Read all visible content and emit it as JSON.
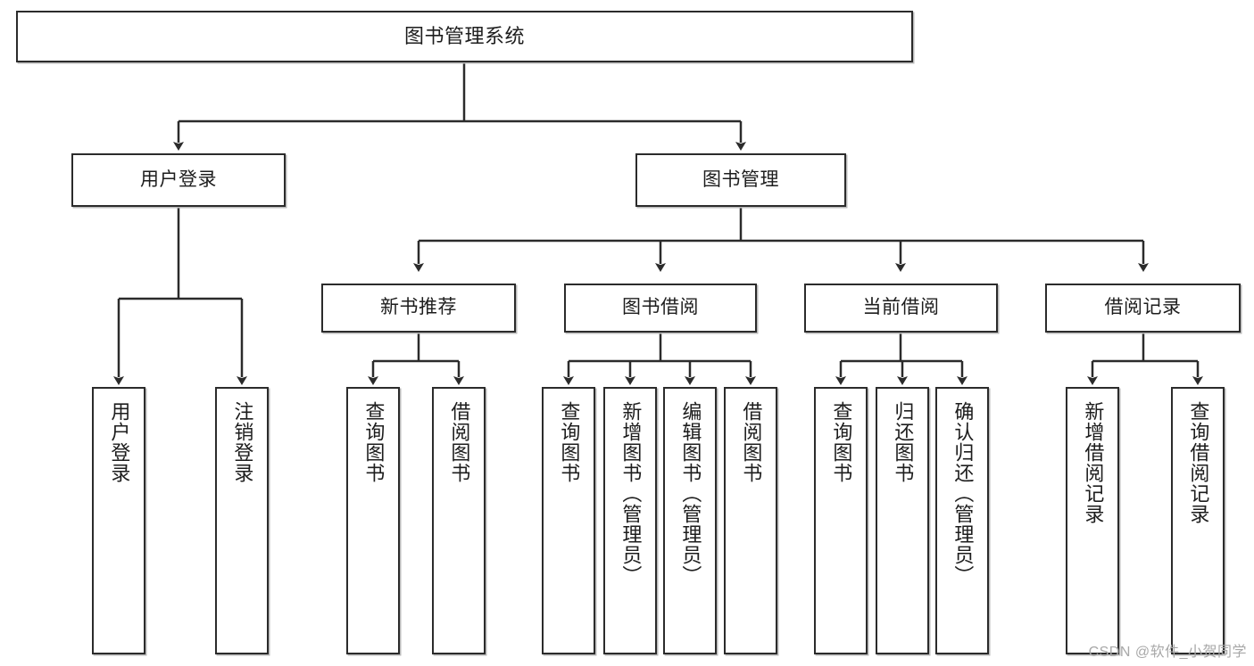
{
  "diagram": {
    "title": "图书管理系统",
    "type": "tree-hierarchy",
    "watermark": "CSDN @软件_小贺同学",
    "colors": {
      "border": "#2b2b2b",
      "background": "#ffffff",
      "text": "#1d1d1d",
      "edge": "#2b2b2b",
      "watermark": "#a8a8a8"
    }
  },
  "nodes": {
    "root": {
      "label": "图书管理系统"
    },
    "level2": [
      {
        "label": "用户登录"
      },
      {
        "label": "图书管理"
      }
    ],
    "level3": [
      {
        "label": "新书推荐"
      },
      {
        "label": "图书借阅"
      },
      {
        "label": "当前借阅"
      },
      {
        "label": "借阅记录"
      }
    ],
    "leaves": {
      "user_login": [
        {
          "label": "用户登录"
        },
        {
          "label": "注销登录"
        }
      ],
      "new_book_recommend": [
        {
          "label": "查询图书"
        },
        {
          "label": "借阅图书"
        }
      ],
      "book_borrow": [
        {
          "label": "查询图书"
        },
        {
          "label": "新增图书（管理员）"
        },
        {
          "label": "编辑图书（管理员）"
        },
        {
          "label": "借阅图书"
        }
      ],
      "current_borrow": [
        {
          "label": "查询图书"
        },
        {
          "label": "归还图书"
        },
        {
          "label": "确认归还（管理员）"
        }
      ],
      "borrow_record": [
        {
          "label": "新增借阅记录"
        },
        {
          "label": "查询借阅记录"
        }
      ]
    }
  }
}
